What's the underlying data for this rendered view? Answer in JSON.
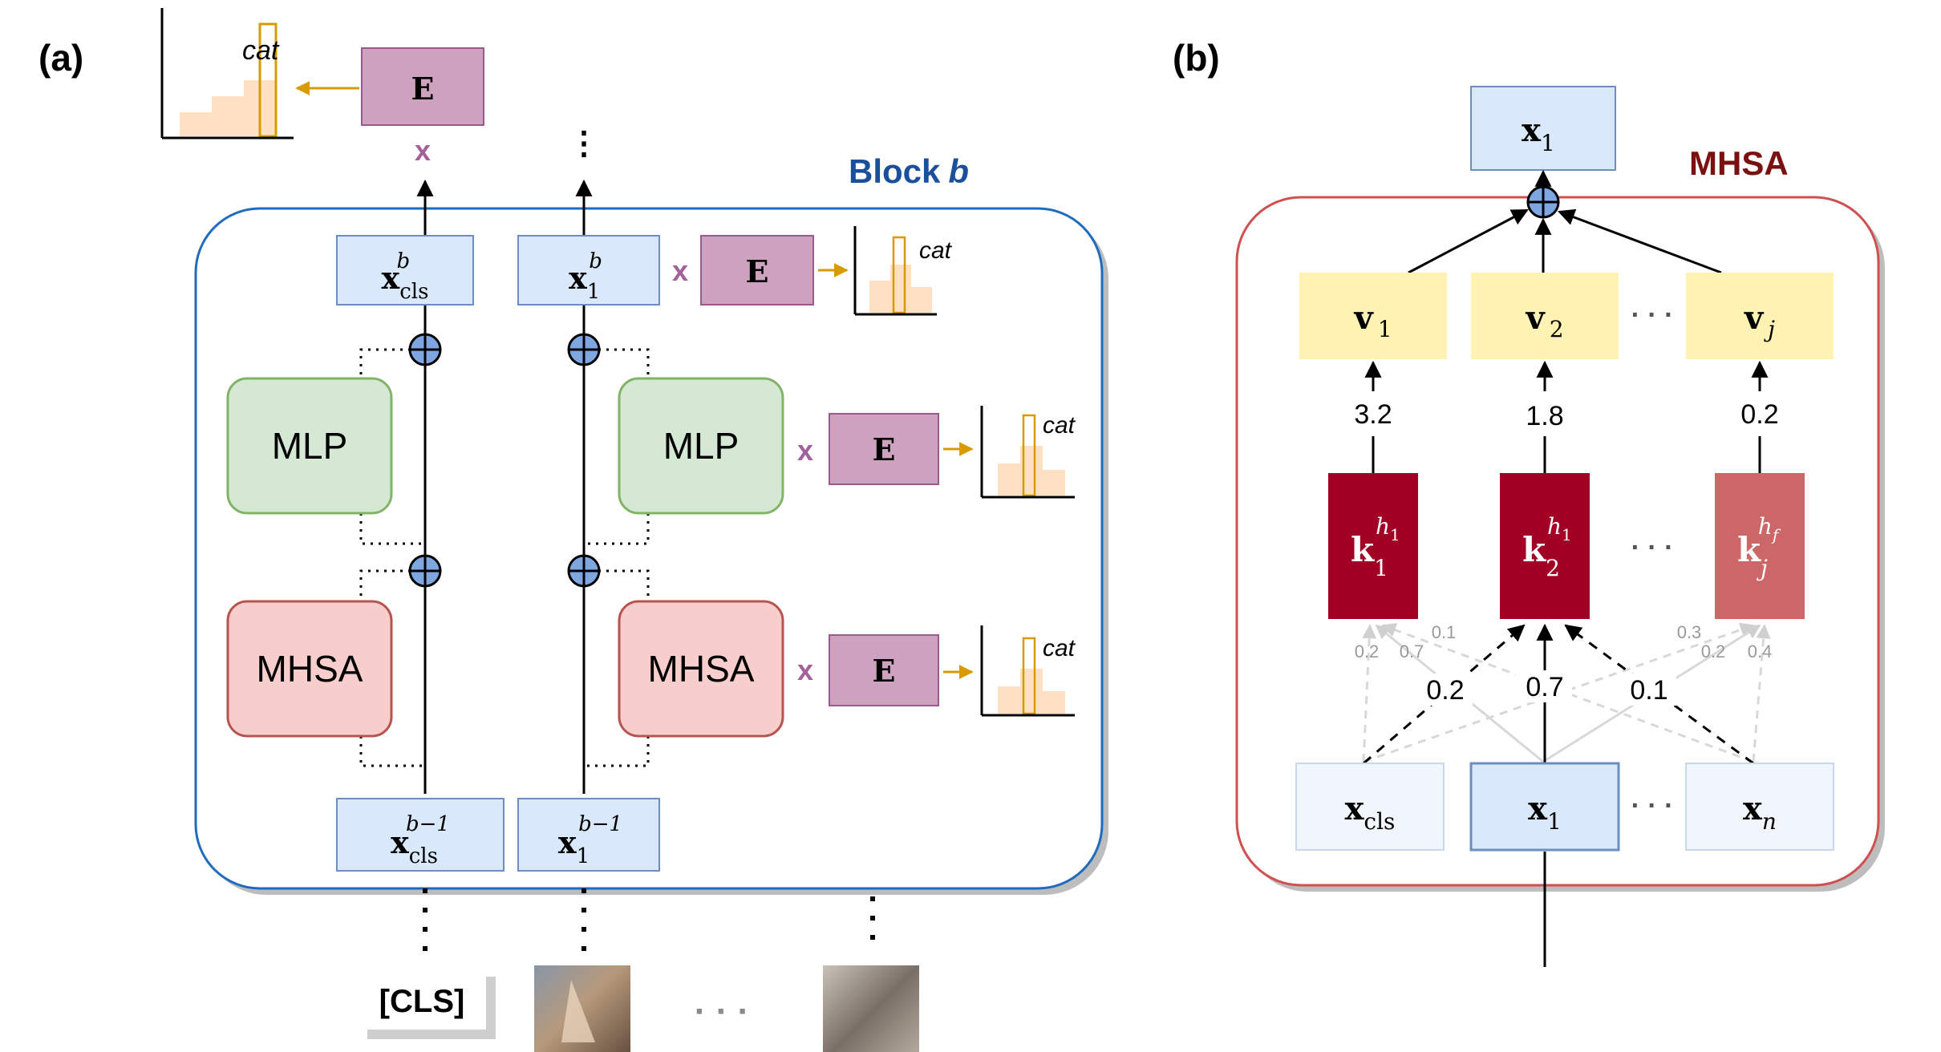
{
  "panel_a": {
    "label": "(a)",
    "block_title_prefix": "Block",
    "block_title_var": "b",
    "x_cls_b": {
      "base": "x",
      "sub": "cls",
      "sup": "b"
    },
    "x_1_b": {
      "base": "x",
      "sub": "1",
      "sup": "b"
    },
    "x_cls_bm1": {
      "base": "x",
      "sub": "cls",
      "sup": "b−1"
    },
    "x_1_bm1": {
      "base": "x",
      "sub": "1",
      "sup": "b−1"
    },
    "mlp_label": "MLP",
    "mhsa_label": "MHSA",
    "embed_label": "E",
    "times_symbol": "x",
    "cat_label": "cat",
    "cls_token": "[CLS]",
    "ellipsis": "·  ·  ·",
    "vdots": "⋮"
  },
  "panel_b": {
    "label": "(b)",
    "mhsa_title": "MHSA",
    "output": {
      "base": "x",
      "sub": "1"
    },
    "values": [
      {
        "base": "v",
        "sub": "1"
      },
      {
        "base": "v",
        "sub": "2"
      },
      {
        "base": "v",
        "sub": "j"
      }
    ],
    "keys": [
      {
        "base": "k",
        "sub": "1",
        "sup": "h",
        "supsub": "1"
      },
      {
        "base": "k",
        "sub": "2",
        "sup": "h",
        "supsub": "1"
      },
      {
        "base": "k",
        "sub": "j",
        "sup": "h",
        "supsub": "f"
      }
    ],
    "key_scores": [
      "3.2",
      "1.8",
      "0.2"
    ],
    "inputs": [
      {
        "base": "x",
        "sub": "cls"
      },
      {
        "base": "x",
        "sub": "1"
      },
      {
        "base": "x",
        "sub": "n"
      }
    ],
    "attn_main": [
      "0.2",
      "0.7",
      "0.1"
    ],
    "attn_small_k1": [
      "0.2",
      "0.7",
      "0.1"
    ],
    "attn_small_kj": [
      "0.3",
      "0.2",
      "0.4"
    ],
    "ellipsis": "· · ·"
  },
  "colors": {
    "block_border": "#1f6bbf",
    "block_title": "#1a4f9c",
    "token_fill": "#dae8fc",
    "token_border": "#6c8ebf",
    "mlp_fill": "#d5e8d4",
    "mlp_border": "#82b366",
    "mhsa_fill": "#f8cecc",
    "mhsa_border": "#b85450",
    "embed_fill": "#cda2be",
    "embed_border": "#9c5a8c",
    "arrow_orange": "#d79b00",
    "hist_fill": "#ffe0c2",
    "value_fill": "#fff2b3",
    "key_dark": "#a20025",
    "key_light": "#cd6666",
    "mhsa_panel_border": "#d05050",
    "mhsa_title": "#7a1010"
  }
}
